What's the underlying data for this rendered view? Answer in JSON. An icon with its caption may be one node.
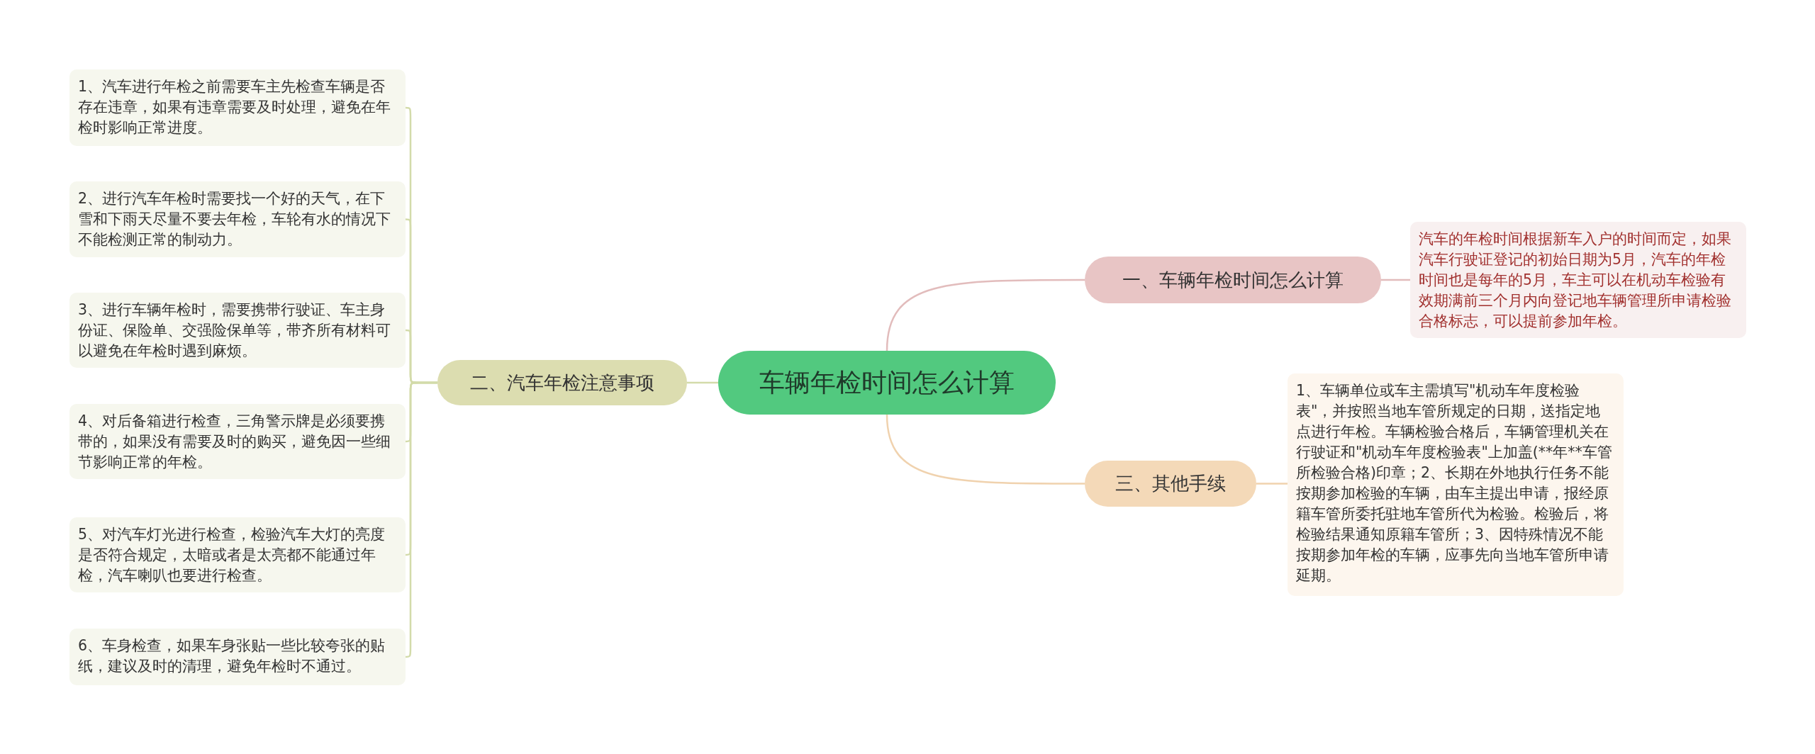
{
  "diagram": {
    "nodes": [
      {
        "text": [
          "车辆年检时间怎么计算"
        ]
      },
      {
        "text": [
          "一、车辆年检时间怎么计算"
        ]
      },
      {
        "text": [
          "汽车的年检时间根据新车入户的时间而定，如果汽车行驶证登记的初始日期为5月，汽车的年检时间也是每年的5月，车主可以在机动车检验有效期满前三个月内向登记地车辆管理所申请检验合格标志，可以提前参加年检。"
        ]
      },
      {
        "text": [
          "二、汽车年检注意事项"
        ]
      },
      {
        "text": [
          "1、汽车进行年检之前需要车主先检查车辆是否存在违章，如果有违章需要及时处理，避免在年检时影响正常进度。"
        ]
      },
      {
        "text": [
          "2、进行汽车年检时需要找一个好的天气，在下雪和下雨天尽量不要去年检，车轮有水的情况下不能检测正常的制动力。"
        ]
      },
      {
        "text": [
          "3、进行车辆年检时，需要携带行驶证、车主身份证、保险单、交强险保单等，带齐所有材料可以避免在年检时遇到麻烦。"
        ]
      },
      {
        "text": [
          "4、对后备箱进行检查，三角警示牌是必须要携带的，如果没有需要及时的购买，避免因一些细节影响正常的年检。"
        ]
      },
      {
        "text": [
          "5、对汽车灯光进行检查，检验汽车大灯的亮度是否符合规定，太暗或者是太亮都不能通过年检，汽车喇叭也要进行检查。"
        ]
      },
      {
        "text": [
          "6、车身检查，如果车身张贴一些比较夸张的贴纸，建议及时的清理，避免年检时不通过。"
        ]
      },
      {
        "text": [
          "三、其他手续"
        ]
      },
      {
        "text": [
          "1、车辆单位或车主需填写\"机动车年度检验表\"，并按照当地车管所规定的日期，送指定地点进行年检。车辆检验合格后，车辆管理机关在行驶证和\"机动车年度检验表\"上加盖(**年**车管所检验合格)印章；2、长期在外地执行任务不能按期参加检验的车辆，由车主提出申请，报经原籍车管所委托驻地车管所代为检验。检验后，将检验结果通知原籍车管所；3、因特殊情况不能按期参加年检的车辆，应事先向当地车管所申请延期。"
        ]
      }
    ],
    "edges": [
      {
        "from": 0,
        "to": 1,
        "arrow": "none",
        "color": "#e2bcbc"
      },
      {
        "from": 1,
        "to": 2,
        "arrow": "none",
        "color": "#e2bcbc"
      },
      {
        "from": 0,
        "to": 3,
        "arrow": "none"
      },
      {
        "from": 3,
        "to": 4,
        "arrow": "none"
      },
      {
        "from": 3,
        "to": 5,
        "arrow": "none"
      },
      {
        "from": 3,
        "to": 6,
        "arrow": "none"
      },
      {
        "from": 3,
        "to": 7,
        "arrow": "none"
      },
      {
        "from": 3,
        "to": 8,
        "arrow": "none"
      },
      {
        "from": 3,
        "to": 9,
        "arrow": "none"
      },
      {
        "from": 0,
        "to": 10,
        "arrow": "none",
        "color": "#f0d2ae"
      },
      {
        "from": 10,
        "to": 11,
        "arrow": "none",
        "color": "#f0d2ae"
      }
    ]
  }
}
